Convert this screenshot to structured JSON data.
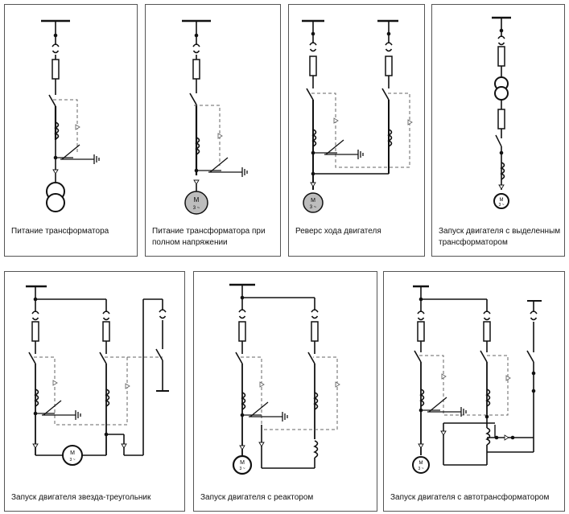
{
  "panels": [
    {
      "caption": "Питание трансформатора"
    },
    {
      "caption": "Питание трансформатора при полном напряжении"
    },
    {
      "caption": "Реверс хода двигателя"
    },
    {
      "caption": "Запуск двигателя с выделенным трансформатором"
    },
    {
      "caption": "Запуск двигателя звезда-треугольник"
    },
    {
      "caption": "Запуск двигателя с реактором"
    },
    {
      "caption": "Запуск двигателя с автотрансформатором"
    }
  ],
  "motor_label": {
    "name": "M",
    "phase": "3 ~"
  },
  "colors": {
    "line": "#111111",
    "dash": "#666666",
    "motor_fill": "#bdbdbd"
  }
}
